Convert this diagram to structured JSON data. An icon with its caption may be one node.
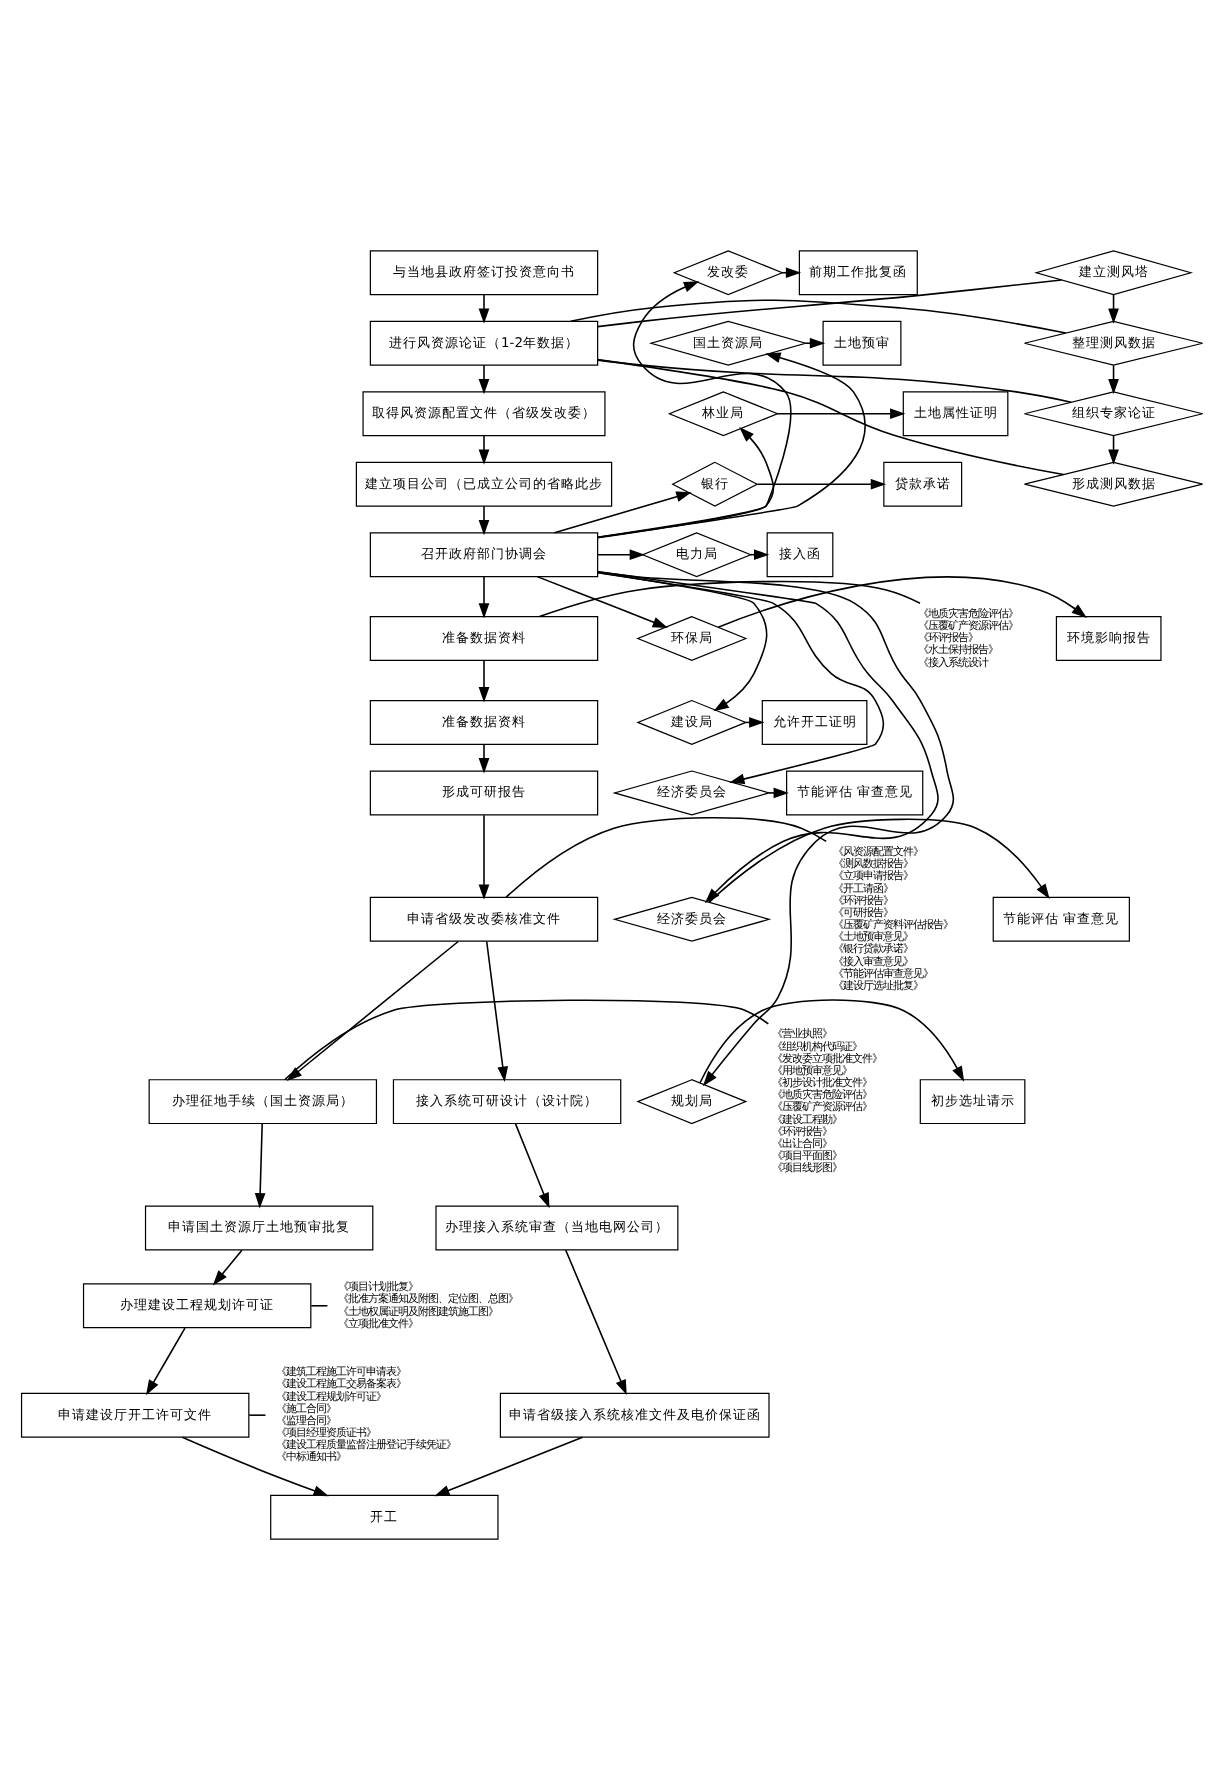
{
  "diagram": {
    "nodes": [
      {
        "text": [
          "与当地县政府签订投资意向书"
        ]
      },
      {
        "text": [
          "进行风资源论证（1-2年数据）"
        ]
      },
      {
        "text": [
          "取得风资源配置文件（省级发改委）"
        ]
      },
      {
        "text": [
          "建立项目公司（已成立公司的省略此步"
        ]
      },
      {
        "text": [
          "召开政府部门协调会"
        ]
      },
      {
        "text": [
          "准备数据资料"
        ]
      },
      {
        "text": [
          "准备数据资料"
        ]
      },
      {
        "text": [
          "形成可研报告"
        ]
      },
      {
        "text": [
          "申请省级发改委核准文件"
        ]
      },
      {
        "text": [
          "办理征地手续（国土资源局）"
        ]
      },
      {
        "text": [
          "申请国土资源厅土地预审批复"
        ]
      },
      {
        "text": [
          "办理建设工程规划许可证"
        ]
      },
      {
        "text": [
          "申请建设厅开工许可文件"
        ]
      },
      {
        "text": [
          "接入系统可研设计（设计院）"
        ]
      },
      {
        "text": [
          "办理接入系统审查（当地电网公司）"
        ]
      },
      {
        "text": [
          "申请省级接入系统核准文件及电价保证函"
        ]
      },
      {
        "text": [
          "开工"
        ]
      },
      {
        "text": [
          "建立测风塔"
        ]
      },
      {
        "text": [
          "整理测风数据"
        ]
      },
      {
        "text": [
          "组织专家论证"
        ]
      },
      {
        "text": [
          "形成测风数据"
        ]
      },
      {
        "text": [
          "发改委"
        ]
      },
      {
        "text": [
          "国土资源局"
        ]
      },
      {
        "text": [
          "林业局"
        ]
      },
      {
        "text": [
          "银行"
        ]
      },
      {
        "text": [
          "电力局"
        ]
      },
      {
        "text": [
          "环保局"
        ]
      },
      {
        "text": [
          "建设局"
        ]
      },
      {
        "text": [
          "经济委员会"
        ]
      },
      {
        "text": [
          "经济委员会"
        ]
      },
      {
        "text": [
          "规划局"
        ]
      },
      {
        "text": [
          "前期工作批复函"
        ]
      },
      {
        "text": [
          "土地预审"
        ]
      },
      {
        "text": [
          "土地属性证明"
        ]
      },
      {
        "text": [
          "贷款承诺"
        ]
      },
      {
        "text": [
          "接入函"
        ]
      },
      {
        "text": [
          "环境影响报告"
        ]
      },
      {
        "text": [
          "允许开工证明"
        ]
      },
      {
        "text": [
          "节能评估 审查意见"
        ]
      },
      {
        "text": [
          "节能评估 审查意见"
        ]
      },
      {
        "text": [
          "初步选址请示"
        ]
      },
      {
        "text": [
          "《地质灾害危险评估》",
          "《压覆矿产资源评估》",
          "《环评报告》",
          "《水土保持报告》",
          "《接入系统设计"
        ]
      },
      {
        "text": [
          "《风资源配置文件》",
          "《测风数据报告》",
          "《立项申请报告》",
          "《开工请函》",
          "《环评报告》",
          "《可研报告》",
          "《压覆矿产资料评估报告》",
          "《土地预审意见》",
          "《银行贷款承诺》",
          "《接入审查意见》",
          "《节能评估审查意见》",
          "《建设厅选址批复》"
        ]
      },
      {
        "text": [
          "《营业执照》",
          "《组织机构代码证》",
          "《发改委立项批准文件》",
          "《用地预审意见》",
          "《初步设计批准文件》",
          "《地质灾害危险评估》",
          "《压覆矿产资源评估》",
          "《建设工程勘》",
          "《环评报告》",
          "《出让合同》",
          "《项目平面图》",
          "《项目线形图》"
        ]
      },
      {
        "text": [
          "《项目计划批复》",
          "《批准方案通知及附图、定位图、总图》",
          "《土地权属证明及附图建筑施工图》",
          "《立项批准文件》"
        ]
      },
      {
        "text": [
          "《建筑工程施工许可申请表》",
          "《建设工程施工交易备案表》",
          "《建设工程规划许可证》",
          "《施工合同》",
          "《监理合同》",
          "《项目经理资质证书》",
          "《建设工程质量监督注册登记手续凭证》",
          "《中标通知书》"
        ]
      }
    ],
    "edges": [
      {
        "from": 0,
        "to": 1,
        "arrow": "to"
      },
      {
        "from": 1,
        "to": 2,
        "arrow": "to"
      },
      {
        "from": 2,
        "to": 3,
        "arrow": "to"
      },
      {
        "from": 3,
        "to": 4,
        "arrow": "to"
      },
      {
        "from": 4,
        "to": 5,
        "arrow": "to"
      },
      {
        "from": 5,
        "to": 6,
        "arrow": "to"
      },
      {
        "from": 6,
        "to": 7,
        "arrow": "to"
      },
      {
        "from": 7,
        "to": 8,
        "arrow": "to"
      },
      {
        "from": 8,
        "to": 9,
        "arrow": "to"
      },
      {
        "from": 8,
        "to": 13,
        "arrow": "to"
      },
      {
        "from": 9,
        "to": 10,
        "arrow": "to"
      },
      {
        "from": 10,
        "to": 11,
        "arrow": "to"
      },
      {
        "from": 11,
        "to": 12,
        "arrow": "to"
      },
      {
        "from": 12,
        "to": 16,
        "arrow": "to"
      },
      {
        "from": 13,
        "to": 14,
        "arrow": "to"
      },
      {
        "from": 14,
        "to": 15,
        "arrow": "to"
      },
      {
        "from": 15,
        "to": 16,
        "arrow": "to"
      },
      {
        "from": 1,
        "to": 17,
        "arrow": "none"
      },
      {
        "from": 1,
        "to": 18,
        "arrow": "none"
      },
      {
        "from": 1,
        "to": 19,
        "arrow": "none"
      },
      {
        "from": 1,
        "to": 20,
        "arrow": "none"
      },
      {
        "from": 17,
        "to": 18,
        "arrow": "to"
      },
      {
        "from": 18,
        "to": 19,
        "arrow": "to"
      },
      {
        "from": 19,
        "to": 20,
        "arrow": "to"
      },
      {
        "from": 4,
        "to": 21,
        "arrow": "to"
      },
      {
        "from": 4,
        "to": 22,
        "arrow": "to"
      },
      {
        "from": 4,
        "to": 23,
        "arrow": "to"
      },
      {
        "from": 4,
        "to": 24,
        "arrow": "to"
      },
      {
        "from": 4,
        "to": 25,
        "arrow": "to"
      },
      {
        "from": 4,
        "to": 26,
        "arrow": "to"
      },
      {
        "from": 4,
        "to": 27,
        "arrow": "to"
      },
      {
        "from": 4,
        "to": 28,
        "arrow": "to"
      },
      {
        "from": 4,
        "to": 29,
        "arrow": "to"
      },
      {
        "from": 4,
        "to": 30,
        "arrow": "to"
      },
      {
        "from": 21,
        "to": 31,
        "arrow": "to"
      },
      {
        "from": 22,
        "to": 32,
        "arrow": "to"
      },
      {
        "from": 23,
        "to": 33,
        "arrow": "to"
      },
      {
        "from": 24,
        "to": 34,
        "arrow": "to"
      },
      {
        "from": 25,
        "to": 35,
        "arrow": "to"
      },
      {
        "from": 26,
        "to": 36,
        "arrow": "to"
      },
      {
        "from": 27,
        "to": 37,
        "arrow": "to"
      },
      {
        "from": 28,
        "to": 38,
        "arrow": "to"
      },
      {
        "from": 29,
        "to": 39,
        "arrow": "to"
      },
      {
        "from": 30,
        "to": 40,
        "arrow": "to"
      },
      {
        "from": 41,
        "to": 5,
        "arrow": "none"
      },
      {
        "from": 42,
        "to": 8,
        "arrow": "none"
      },
      {
        "from": 43,
        "to": 9,
        "arrow": "none"
      },
      {
        "from": 44,
        "to": 11,
        "arrow": "none"
      },
      {
        "from": 45,
        "to": 12,
        "arrow": "none"
      }
    ]
  }
}
